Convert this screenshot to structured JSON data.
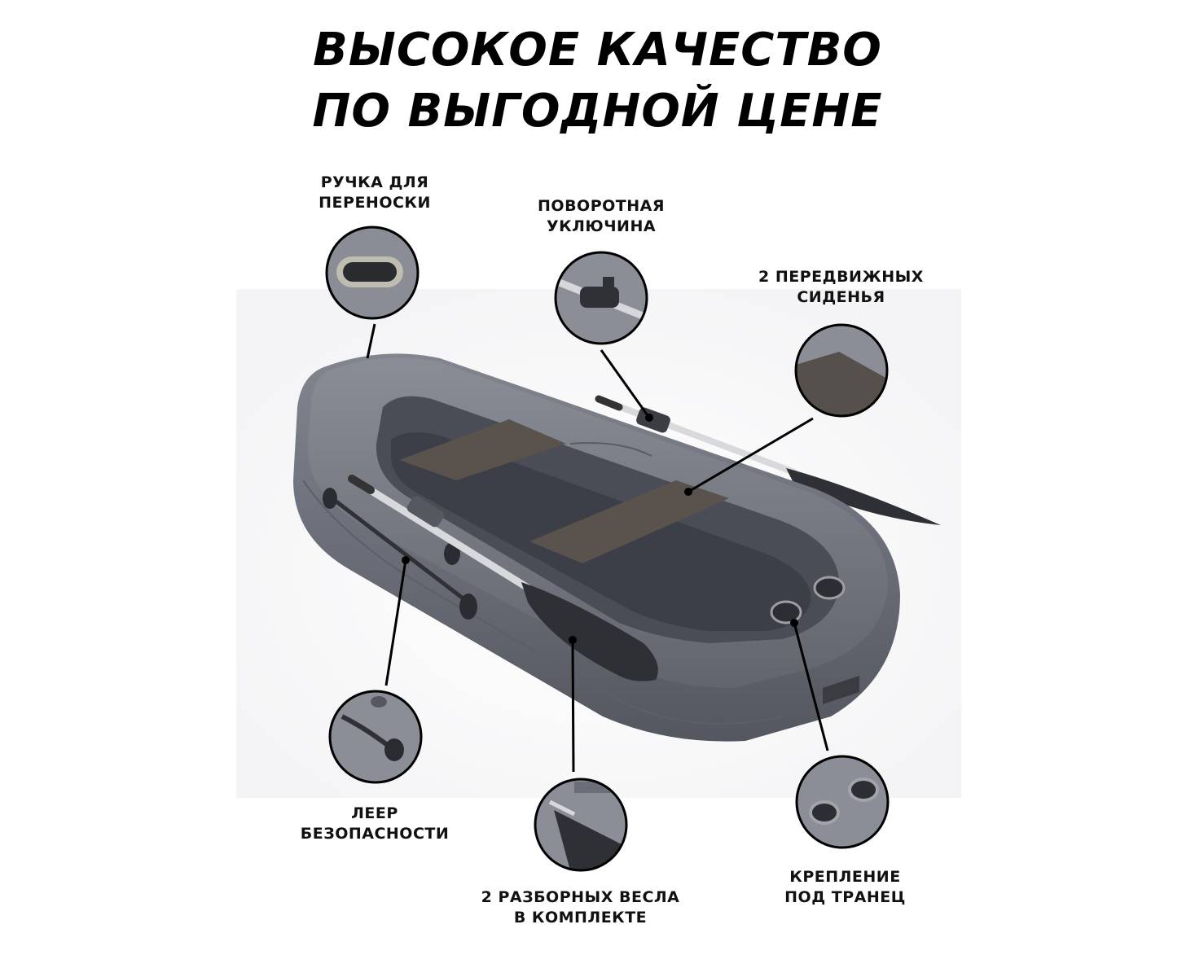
{
  "headline": {
    "line1": "ВЫСОКОЕ КАЧЕСТВО",
    "line2": "ПО ВЫГОДНОЙ ЦЕНЕ"
  },
  "features": {
    "handle": {
      "line1": "РУЧКА ДЛЯ",
      "line2": "ПЕРЕНОСКИ"
    },
    "oarlock": {
      "line1": "ПОВОРОТНАЯ",
      "line2": "УКЛЮЧИНА"
    },
    "seats": {
      "line1": "2 ПЕРЕДВИЖНЫХ",
      "line2": "СИДЕНЬЯ"
    },
    "safety_rope": {
      "line1": "ЛЕЕР",
      "line2": "БЕЗОПАСНОСТИ"
    },
    "oars": {
      "line1": "2 РАЗБОРНЫХ ВЕСЛА",
      "line2": "В КОМПЛЕКТЕ"
    },
    "transom_mount": {
      "line1": "КРЕПЛЕНИЕ",
      "line2": "ПОД ТРАНЕЦ"
    }
  },
  "colors": {
    "hull": "#6b6e78",
    "hull_dark": "#4a4d56",
    "floor": "#3c3f48",
    "seat": "#5a524d",
    "oar_blade": "#2e3036",
    "oar_shaft": "#d8d9dc",
    "callout_line": "#000000"
  }
}
